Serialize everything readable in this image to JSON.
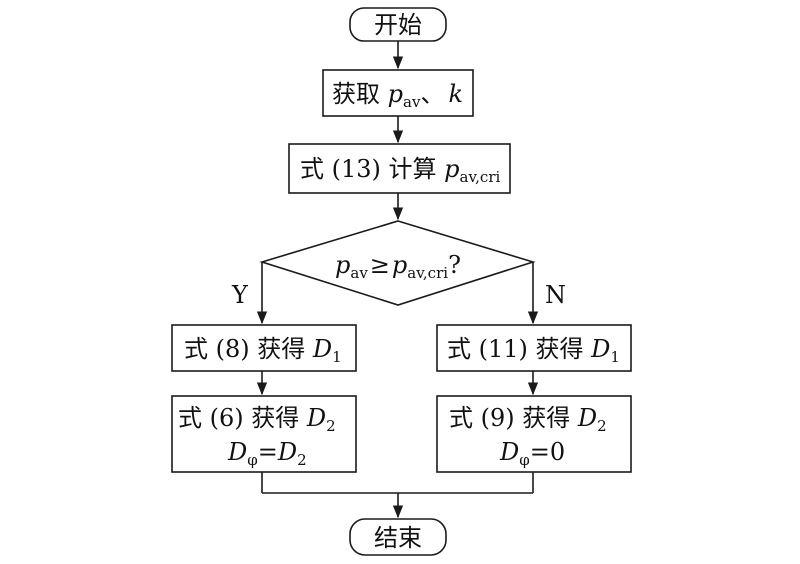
{
  "nodes": {
    "start": {
      "text": "开始"
    },
    "get_params": {
      "prefix": "获取 ",
      "var1": "p",
      "var1_sub": "av",
      "sep": "、",
      "var2": "k"
    },
    "compute": {
      "prefix": "式 (13) 计算 ",
      "var": "p",
      "var_sub": "av,cri"
    },
    "decision": {
      "left_var": "p",
      "left_sub": "av",
      "op": "≥",
      "right_var": "p",
      "right_sub": "av,cri",
      "q": "?"
    },
    "yes_label": "Y",
    "no_label": "N",
    "left_d1": {
      "prefix": "式 (8) 获得 ",
      "var": "D",
      "sub": "1"
    },
    "left_d2": {
      "line1_prefix": "式 (6) 获得 ",
      "line1_var": "D",
      "line1_sub": "2",
      "line2_var": "D",
      "line2_sub": "φ",
      "line2_eq": "=",
      "line2_rhs_var": "D",
      "line2_rhs_sub": "2"
    },
    "right_d1": {
      "prefix": "式 (11) 获得 ",
      "var": "D",
      "sub": "1"
    },
    "right_d2": {
      "line1_prefix": "式 (9) 获得 ",
      "line1_var": "D",
      "line1_sub": "2",
      "line2_var": "D",
      "line2_sub": "φ",
      "line2_eq": "=0"
    },
    "end": {
      "text": "结束"
    }
  }
}
